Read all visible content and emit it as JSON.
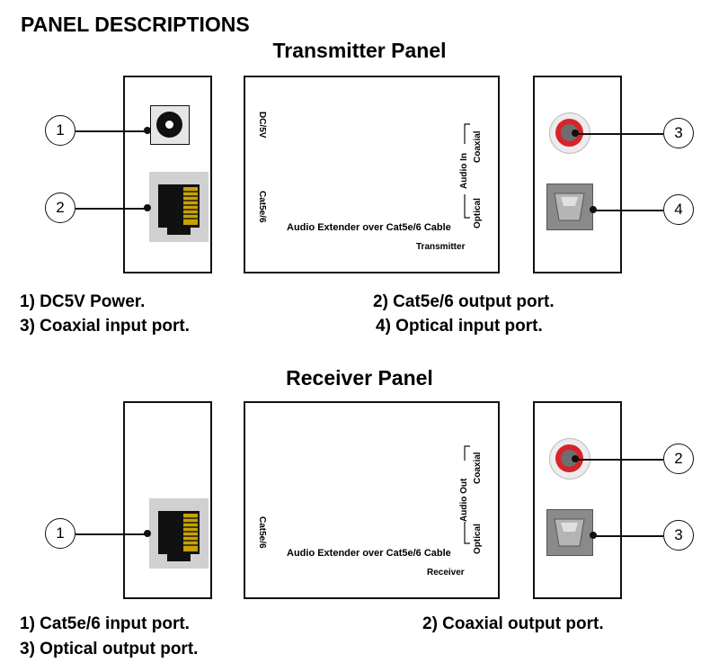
{
  "page_title": "PANEL DESCRIPTIONS",
  "transmitter": {
    "title": "Transmitter Panel",
    "callouts": [
      "1",
      "2",
      "3",
      "4"
    ],
    "front_label_power": "DC/5V",
    "front_label_cat": "Cat5e/6",
    "front_label_audio": "Audio In",
    "front_label_coaxial": "Coaxial",
    "front_label_optical": "Optical",
    "front_product": "Audio Extender over Cat5e/6 Cable",
    "front_model": "Transmitter",
    "descriptions": [
      "1) DC5V Power.",
      "2) Cat5e/6 output port.",
      "3) Coaxial input port.",
      "4) Optical input port."
    ]
  },
  "receiver": {
    "title": "Receiver Panel",
    "callouts": [
      "1",
      "2",
      "3"
    ],
    "front_label_cat": "Cat5e/6",
    "front_label_audio": "Audio Out",
    "front_label_coaxial": "Coaxial",
    "front_label_optical": "Optical",
    "front_product": "Audio Extender over Cat5e/6 Cable",
    "front_model": "Receiver",
    "descriptions": [
      "1) Cat5e/6 input port.",
      "2) Coaxial output port.",
      "3) Optical output port."
    ]
  },
  "colors": {
    "coax_ring": "#d8232a",
    "line": "#111111",
    "port_grey": "#d0d0d0"
  }
}
